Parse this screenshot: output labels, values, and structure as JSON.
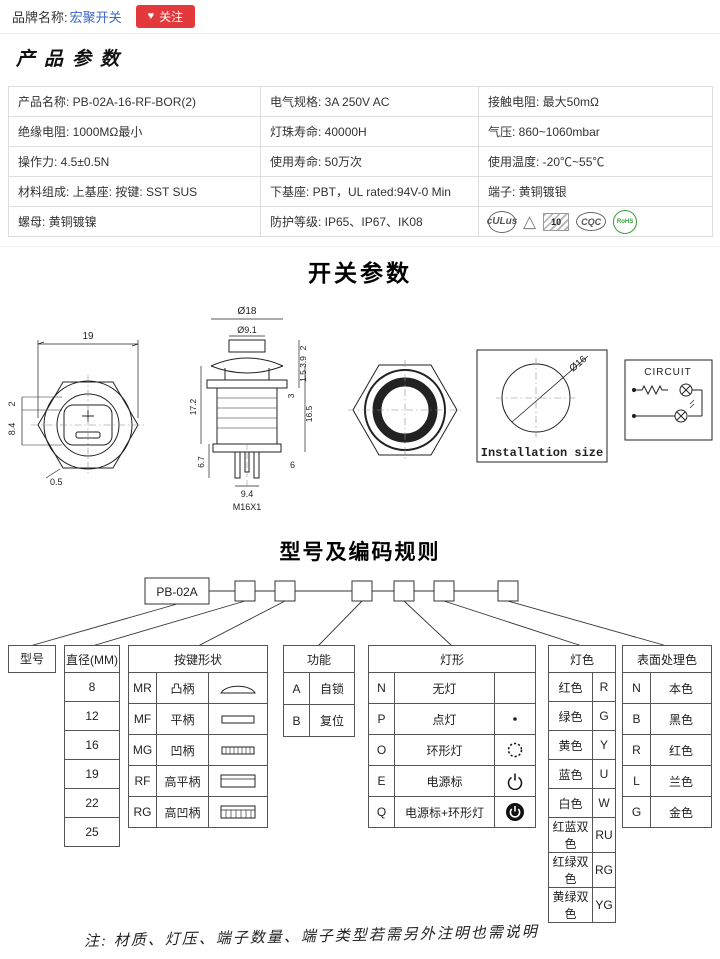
{
  "header": {
    "brand_label": "品牌名称:",
    "brand_name": "宏聚开关",
    "heart": "♥",
    "follow_label": "关注"
  },
  "sections": {
    "product_params_title": "产品参数",
    "switch_params_title": "开关参数",
    "model_rules_title": "型号及编码规则"
  },
  "product_table": {
    "rows": [
      [
        "产品名称: PB-02A-16-RF-BOR(2)",
        "电气规格:  3A  250V  AC",
        "接触电阻:  最大50mΩ"
      ],
      [
        "绝缘电阻:  1000MΩ最小",
        "灯珠寿命:  40000H",
        "气压:  860~1060mbar"
      ],
      [
        "操作力:  4.5±0.5N",
        "使用寿命:  50万次",
        "使用温度:  -20℃~55℃"
      ],
      [
        "材料组成:  上基座:  按键:  SST SUS",
        "下基座:  PBT，UL rated:94V-0 Min",
        "端子:  黄铜镀银"
      ],
      [
        "螺母:  黄铜镀镍",
        "防护等级:  IP65、IP67、IK08",
        ""
      ]
    ],
    "certifications": [
      {
        "text": "cULus"
      },
      {
        "text": "△"
      },
      {
        "text": "10"
      },
      {
        "text": "CQC"
      },
      {
        "text": "RoHS"
      }
    ]
  },
  "drawings": {
    "front": {
      "w19": "19",
      "d2": "2",
      "d84": "8.4",
      "d05": "0.5"
    },
    "side": {
      "d18": "Ø18",
      "d91": "Ø9.1",
      "d2": "2",
      "d39": "3.9",
      "d15": "1.5",
      "d3": "3",
      "d165": "16.5",
      "d172": "17.2",
      "d67": "6.7",
      "d6": "6",
      "d94": "9.4",
      "thread": "M16X1"
    },
    "install": {
      "d16": "Ø16",
      "label": "Installation size"
    },
    "circuit": {
      "label": "CIRCUIT"
    }
  },
  "coding": {
    "prefix": "PB-02A"
  },
  "model_table": {
    "model_label": "型号",
    "diameter": {
      "header": "直径(MM)",
      "values": [
        "8",
        "12",
        "16",
        "19",
        "22",
        "25"
      ]
    },
    "shape": {
      "header": "按键形状",
      "rows": [
        {
          "code": "MR",
          "name": "凸柄"
        },
        {
          "code": "MF",
          "name": "平柄"
        },
        {
          "code": "MG",
          "name": "凹柄"
        },
        {
          "code": "RF",
          "name": "高平柄"
        },
        {
          "code": "RG",
          "name": "高凹柄"
        }
      ]
    },
    "func": {
      "header": "功能",
      "rows": [
        {
          "code": "A",
          "name": "自锁"
        },
        {
          "code": "B",
          "name": "复位"
        }
      ]
    },
    "lamp": {
      "header": "灯形",
      "rows": [
        {
          "code": "N",
          "name": "无灯"
        },
        {
          "code": "P",
          "name": "点灯"
        },
        {
          "code": "O",
          "name": "环形灯"
        },
        {
          "code": "E",
          "name": "电源标"
        },
        {
          "code": "Q",
          "name": "电源标+环形灯"
        }
      ]
    },
    "color": {
      "header": "灯色",
      "rows": [
        {
          "name": "红色",
          "code": "R"
        },
        {
          "name": "绿色",
          "code": "G"
        },
        {
          "name": "黄色",
          "code": "Y"
        },
        {
          "name": "蓝色",
          "code": "U"
        },
        {
          "name": "白色",
          "code": "W"
        },
        {
          "name": "红蓝双色",
          "code": "RU"
        },
        {
          "name": "红绿双色",
          "code": "RG"
        },
        {
          "name": "黄绿双色",
          "code": "YG"
        }
      ]
    },
    "surface": {
      "header": "表面处理色",
      "rows": [
        {
          "code": "N",
          "name": "本色"
        },
        {
          "code": "B",
          "name": "黑色"
        },
        {
          "code": "R",
          "name": "红色"
        },
        {
          "code": "L",
          "name": "兰色"
        },
        {
          "code": "G",
          "name": "金色"
        }
      ]
    }
  },
  "note": "注: 材质、灯压、端子数量、端子类型若需另外注明也需说明"
}
